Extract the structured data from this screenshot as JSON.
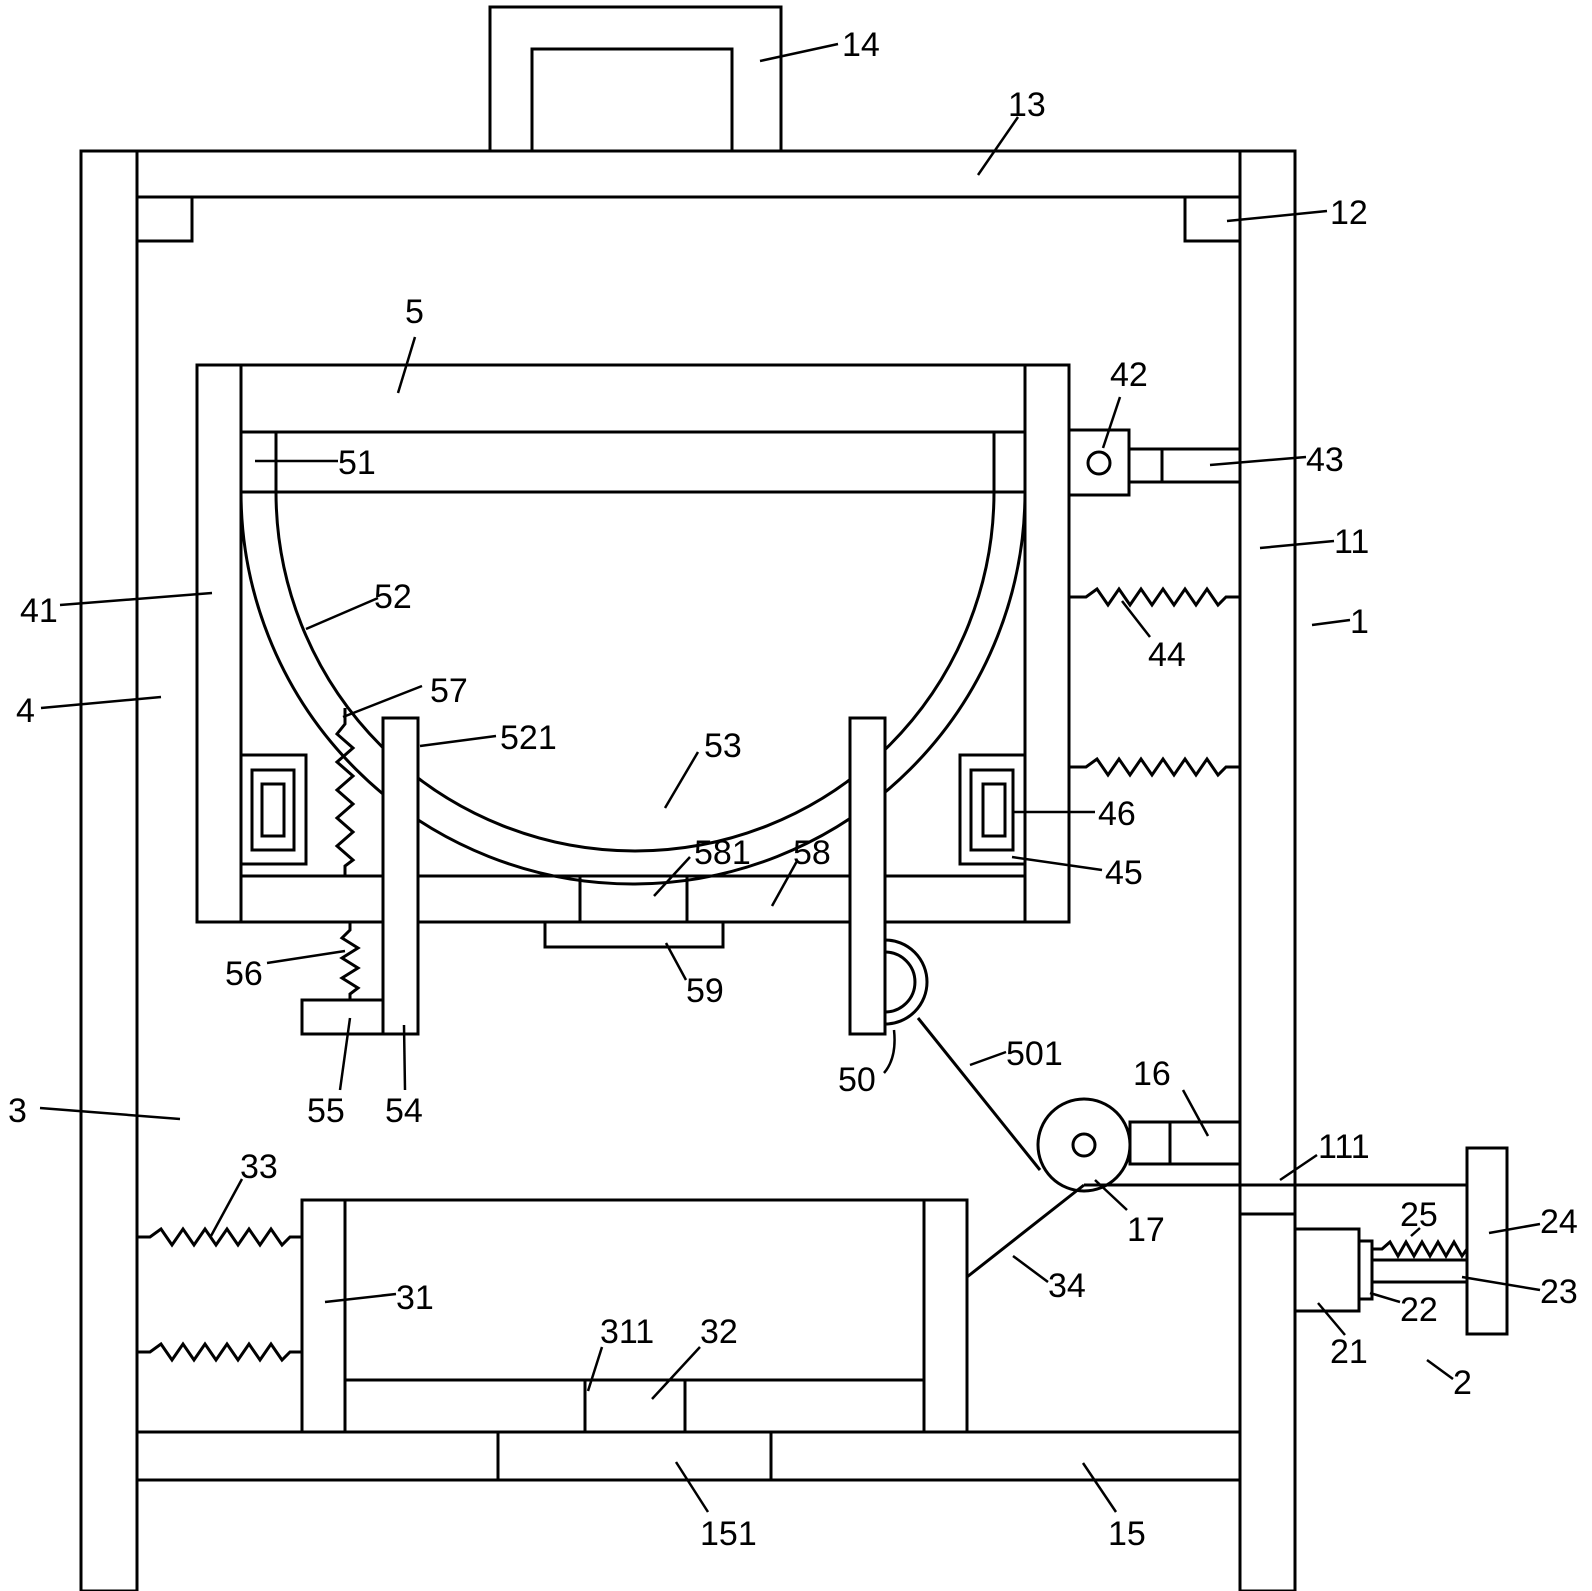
{
  "labels": {
    "l1": "1",
    "l11": "11",
    "l111": "111",
    "l12": "12",
    "l13": "13",
    "l14": "14",
    "l15": "15",
    "l151": "151",
    "l16": "16",
    "l17": "17",
    "l2": "2",
    "l21": "21",
    "l22": "22",
    "l23": "23",
    "l24": "24",
    "l25": "25",
    "l3": "3",
    "l31": "31",
    "l311": "311",
    "l32": "32",
    "l33": "33",
    "l34": "34",
    "l4": "4",
    "l41": "41",
    "l42": "42",
    "l43": "43",
    "l44": "44",
    "l45": "45",
    "l46": "46",
    "l5": "5",
    "l50": "50",
    "l501": "501",
    "l51": "51",
    "l52": "52",
    "l521": "521",
    "l53": "53",
    "l54": "54",
    "l55": "55",
    "l56": "56",
    "l57": "57",
    "l58": "58",
    "l581": "581",
    "l59": "59"
  }
}
